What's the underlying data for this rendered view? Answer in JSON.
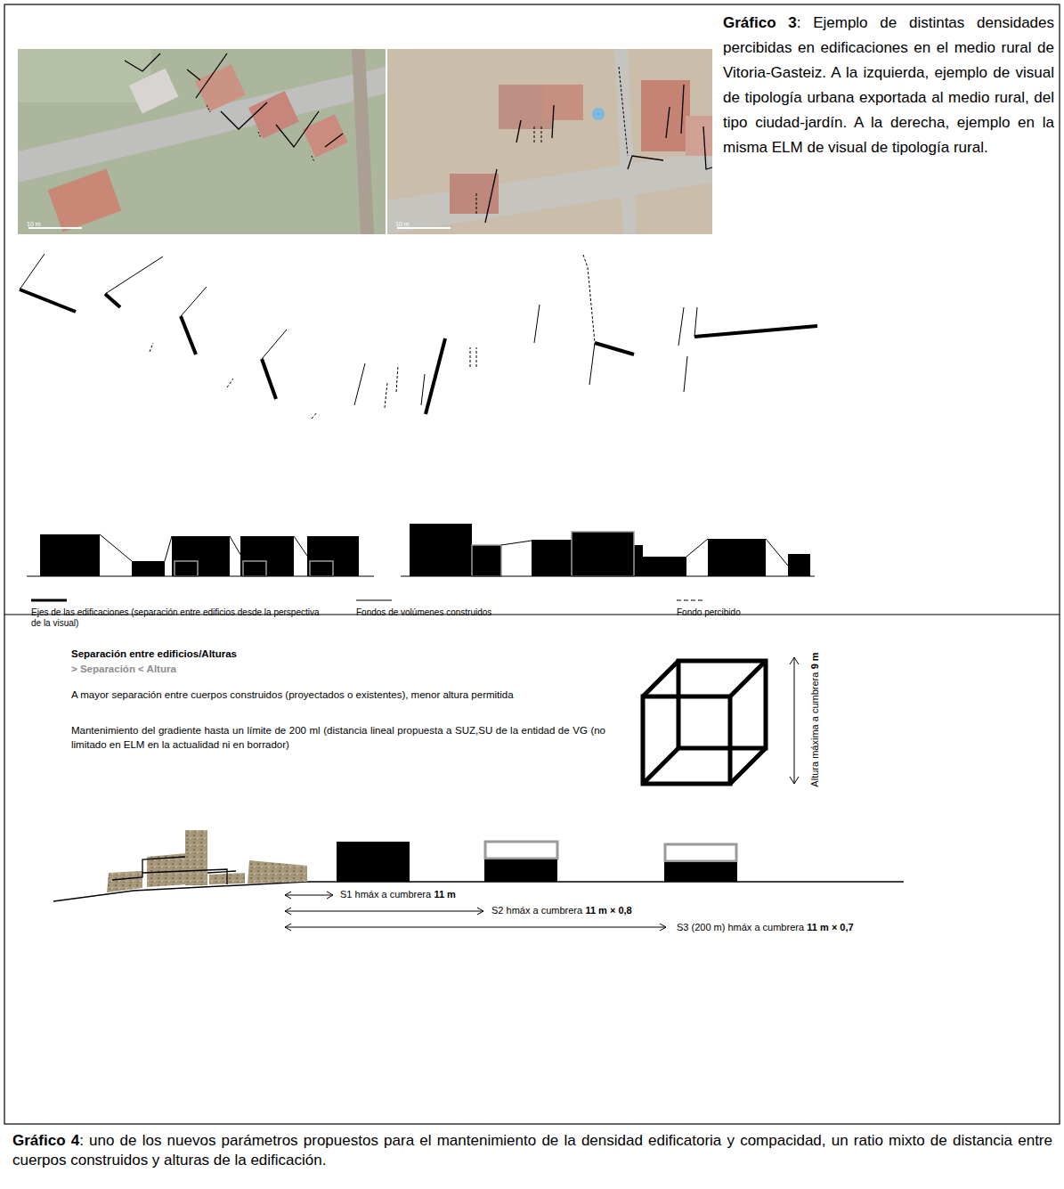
{
  "diagram": {
    "labels": [
      "10 m",
      "10 m",
      "Gráfico 3",
      ": Ejemplo de distintas densidades percibidas en edificaciones en el medio rural de Vitoria-Gasteiz. A la izquierda, ejemplo de visual de tipología urbana exportada al medio rural, del tipo ciudad-jardín. A la derecha, ejemplo en la misma ELM de visual de tipología rural.",
      "Separación entre edificios/Alturas",
      "> Separación < Altura",
      "A mayor separación entre cuerpos construidos (proyectados o existentes), menor altura permitida",
      "Mantenimiento del gradiente hasta un límite de 200 ml (distancia lineal propuesta a SUZ,SU de la entidad de VG (no limitado en ELM en la actualidad ni en borrador)",
      "Altura máxima a cumbrera",
      "9 m",
      "S1 hmáx a cumbrera",
      "11 m",
      "S2 hmáx a cumbrera",
      "11 m × 0,8",
      "S3 (200 m) hmáx a cumbrera",
      "11 m × 0,7",
      "Gráfico 4",
      ": uno de los nuevos parámetros propuestos para el mantenimiento de la densidad edificatoria y compacidad, un ratio mixto de distancia entre cuerpos construidos y alturas de la edificación."
    ],
    "legend": [
      {
        "text": "Ejes de las edificaciones (separación entre edificios desde la perspectiva de la visual)"
      },
      {
        "text": "Fondos de volúmenes construidos"
      },
      {
        "text": "Fondo percibido"
      }
    ]
  }
}
